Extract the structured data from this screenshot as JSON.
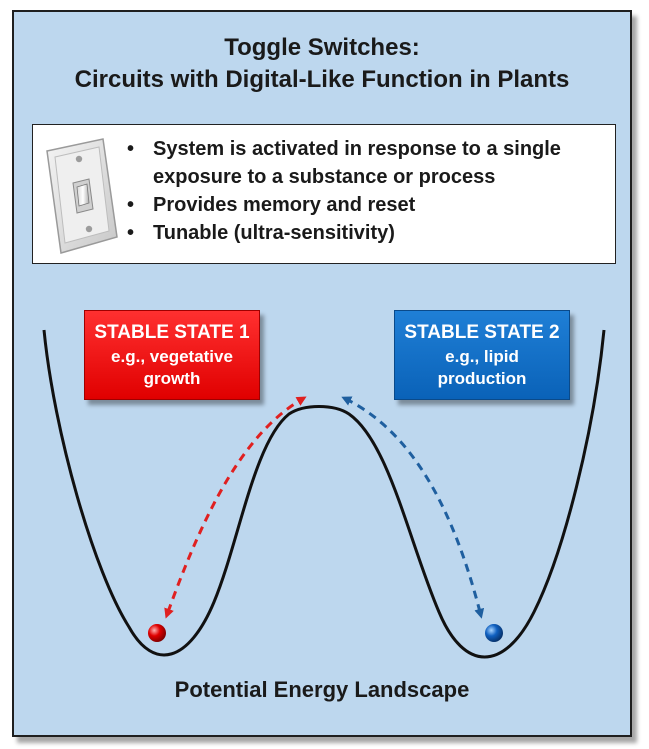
{
  "title": {
    "line1": "Toggle Switches:",
    "line2": "Circuits with Digital-Like Function in Plants"
  },
  "info": {
    "icon": "light-switch-icon",
    "bullets": [
      "System is activated in response to a single exposure to a substance or process",
      "Provides memory and reset",
      "Tunable (ultra-sensitivity)"
    ]
  },
  "states": {
    "state1": {
      "title": "STABLE STATE 1",
      "desc_line1": "e.g., vegetative",
      "desc_line2": "growth",
      "color": "#ff0000"
    },
    "state2": {
      "title": "STABLE STATE 2",
      "desc_line1": "e.g., lipid",
      "desc_line2": "production",
      "color": "#0a62b8"
    }
  },
  "colors": {
    "background": "#bdd7ee",
    "arrow_left": "#e02020",
    "arrow_right": "#1f5f9f",
    "ball_left": "#e00000",
    "ball_right": "#1060c0"
  },
  "caption": "Potential Energy Landscape"
}
